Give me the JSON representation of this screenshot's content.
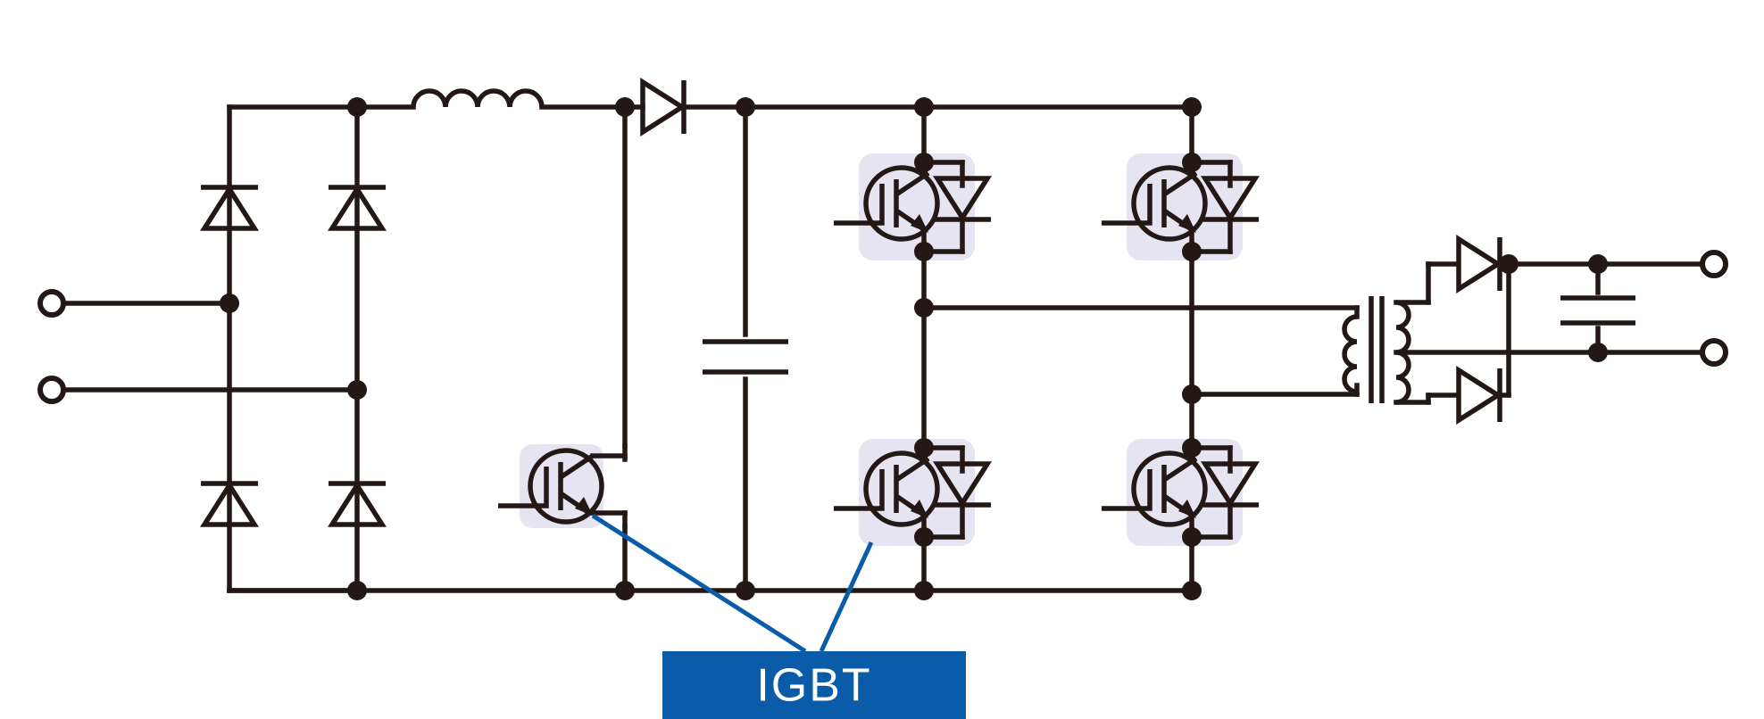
{
  "diagram": {
    "title": "IGBT power converter circuit schematic",
    "background_color": "#ffffff",
    "line_color": "#231815",
    "igbt_highlight_color": "#e7e4f2",
    "callout_color": "#0b5ca8",
    "label_text_color": "#ffffff"
  },
  "callout": {
    "label": "IGBT",
    "box_color": "#0b5ca8",
    "leader_count": 2,
    "points_to": [
      "boost-switch-igbt",
      "inverter-igbt-low-left"
    ]
  },
  "sections": [
    {
      "id": "input",
      "name": "AC input terminals",
      "terminals": [
        "ac-input-line",
        "ac-input-neutral"
      ]
    },
    {
      "id": "bridge-rectifier",
      "name": "Diode bridge rectifier",
      "diode_count": 4
    },
    {
      "id": "pfc-boost",
      "name": "PFC boost stage",
      "components": [
        "boost-inductor",
        "boost-diode",
        "boost-switch-igbt",
        "dc-link-capacitor"
      ]
    },
    {
      "id": "inverter",
      "name": "Full-bridge inverter",
      "igbt_count": 4
    },
    {
      "id": "output",
      "name": "Transformer and output rectifier",
      "components": [
        "transformer",
        "output-diode-upper",
        "output-diode-lower",
        "output-capacitor"
      ],
      "terminals": [
        "dc-output-positive",
        "dc-output-negative"
      ]
    }
  ],
  "components": {
    "bridge_diodes": [
      {
        "id": "bridge-diode-1",
        "orientation": "up"
      },
      {
        "id": "bridge-diode-2",
        "orientation": "up"
      },
      {
        "id": "bridge-diode-3",
        "orientation": "up"
      },
      {
        "id": "bridge-diode-4",
        "orientation": "up"
      }
    ],
    "boost_inductor": {
      "id": "boost-inductor",
      "coils": 4
    },
    "boost_diode": {
      "id": "boost-diode",
      "orientation": "right"
    },
    "igbts": [
      {
        "id": "boost-switch-igbt",
        "has_antiparallel_diode": false,
        "position": "boost-switch"
      },
      {
        "id": "inverter-igbt-high-left",
        "has_antiparallel_diode": true,
        "position": "inverter-upper-left"
      },
      {
        "id": "inverter-igbt-high-right",
        "has_antiparallel_diode": true,
        "position": "inverter-upper-right"
      },
      {
        "id": "inverter-igbt-low-left",
        "has_antiparallel_diode": true,
        "position": "inverter-lower-left"
      },
      {
        "id": "inverter-igbt-low-right",
        "has_antiparallel_diode": true,
        "position": "inverter-lower-right"
      }
    ],
    "capacitors": [
      {
        "id": "dc-link-capacitor",
        "orientation": "vertical"
      },
      {
        "id": "output-capacitor",
        "orientation": "vertical"
      }
    ],
    "transformer": {
      "id": "transformer",
      "primary_windings": 3,
      "secondary_windings": 4,
      "center_tapped": true
    },
    "output_diodes": [
      {
        "id": "output-diode-upper",
        "orientation": "right"
      },
      {
        "id": "output-diode-lower",
        "orientation": "right"
      }
    ]
  },
  "terminals": [
    {
      "id": "ac-input-line",
      "style": "open-circle"
    },
    {
      "id": "ac-input-neutral",
      "style": "open-circle"
    },
    {
      "id": "dc-output-positive",
      "style": "open-circle"
    },
    {
      "id": "dc-output-negative",
      "style": "open-circle"
    }
  ]
}
